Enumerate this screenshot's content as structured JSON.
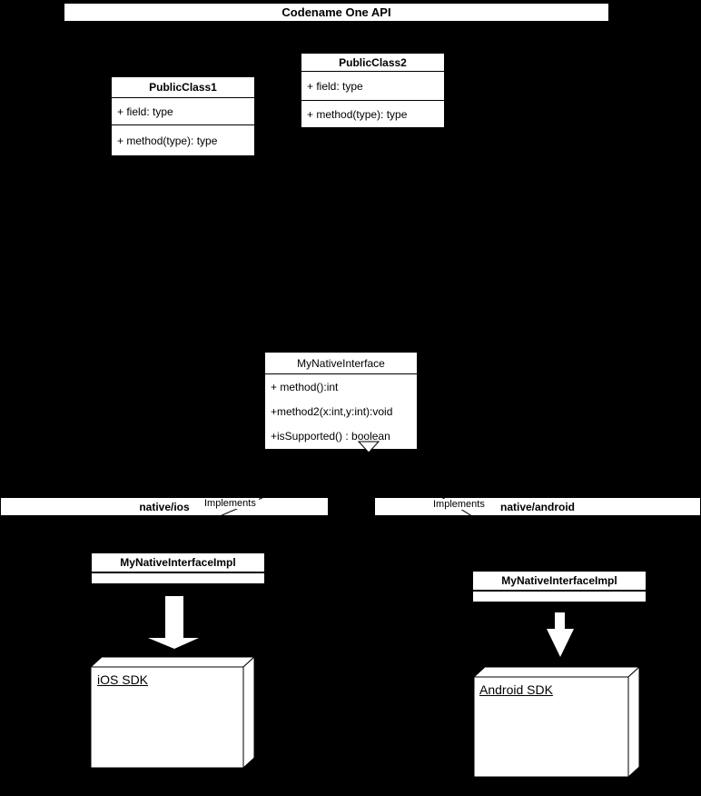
{
  "api_bar": {
    "label": "Codename One API"
  },
  "classes": {
    "public_class1": {
      "title": "PublicClass1",
      "members": [
        "+ field: type",
        "+ method(type): type"
      ]
    },
    "public_class2": {
      "title": "PublicClass2",
      "members": [
        "+ field: type",
        "+ method(type): type"
      ]
    },
    "native_interface": {
      "title": "MyNativeInterface",
      "methods": [
        "+ method():int",
        "+method2(x:int,y:int):void",
        "+isSupported() : boolean"
      ]
    },
    "ios_impl": {
      "title": "MyNativeInterfaceImpl"
    },
    "android_impl": {
      "title": "MyNativeInterfaceImpl"
    }
  },
  "packages": {
    "ios": {
      "label": "native/ios",
      "implements_label": "Implements"
    },
    "android": {
      "label": "native/android",
      "implements_label": "Implements"
    }
  },
  "sdk_nodes": {
    "ios": {
      "label": "iOS SDK"
    },
    "android": {
      "label": "Android SDK"
    }
  },
  "colors": {
    "background": "#000000",
    "shape_fill": "#ffffff",
    "shape_line": "#000000"
  }
}
